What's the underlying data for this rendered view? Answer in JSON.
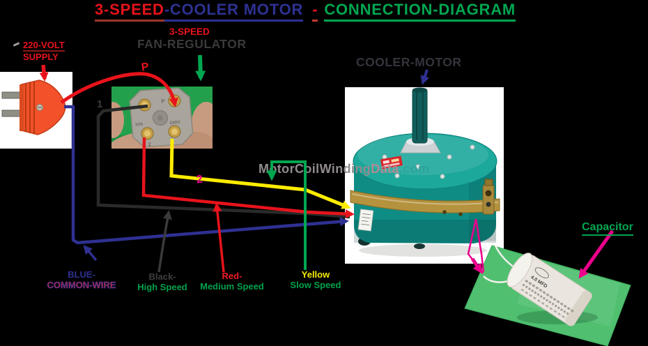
{
  "title": {
    "segment1": "3-SPEED",
    "segment2": "-COOLER MOTOR",
    "segment3": "-",
    "segment4": "CONNECTION-DIAGRAM"
  },
  "supply_label": {
    "line1": "220-VOLT",
    "line2": "SUPPLY"
  },
  "regulator_label": {
    "line1": "3-SPEED",
    "line2": "FAN-REGULATOR"
  },
  "motor_label": "COOLER-MOTOR",
  "capacitor_label": "Capacitor",
  "watermark": {
    "part1": "MotorCoilWinding",
    "part2": "Data",
    "part3": ".com"
  },
  "wire_tags": {
    "phase": "P",
    "terminal1": "1",
    "terminal2": "2"
  },
  "regulator_markings": {
    "p": "P",
    "amps": "10A",
    "volts": "240V",
    "two": "2"
  },
  "capacitor_marking": "4.0 MFD",
  "legend": {
    "blue": {
      "wire": "BLUE-",
      "speed": "COMMON-WIRE"
    },
    "black": {
      "wire": "Black-",
      "speed": "High Speed"
    },
    "red": {
      "wire": "Red-",
      "speed": "Medium Speed"
    },
    "yellow": {
      "wire": "Yellow",
      "speed": "Slow Speed"
    }
  },
  "colors": {
    "red_wire": "#e8131b",
    "blue_wire": "#2e3192",
    "black_wire": "#2a2a2a",
    "yellow_wire": "#ffec00",
    "green_accent": "#00a650",
    "magenta_accent": "#ec008c",
    "motor_teal": "#17a096",
    "plug_orange": "#f2512a",
    "regulator_bg_green": "#23a04b",
    "capacitor_mat_green": "#50c070"
  }
}
